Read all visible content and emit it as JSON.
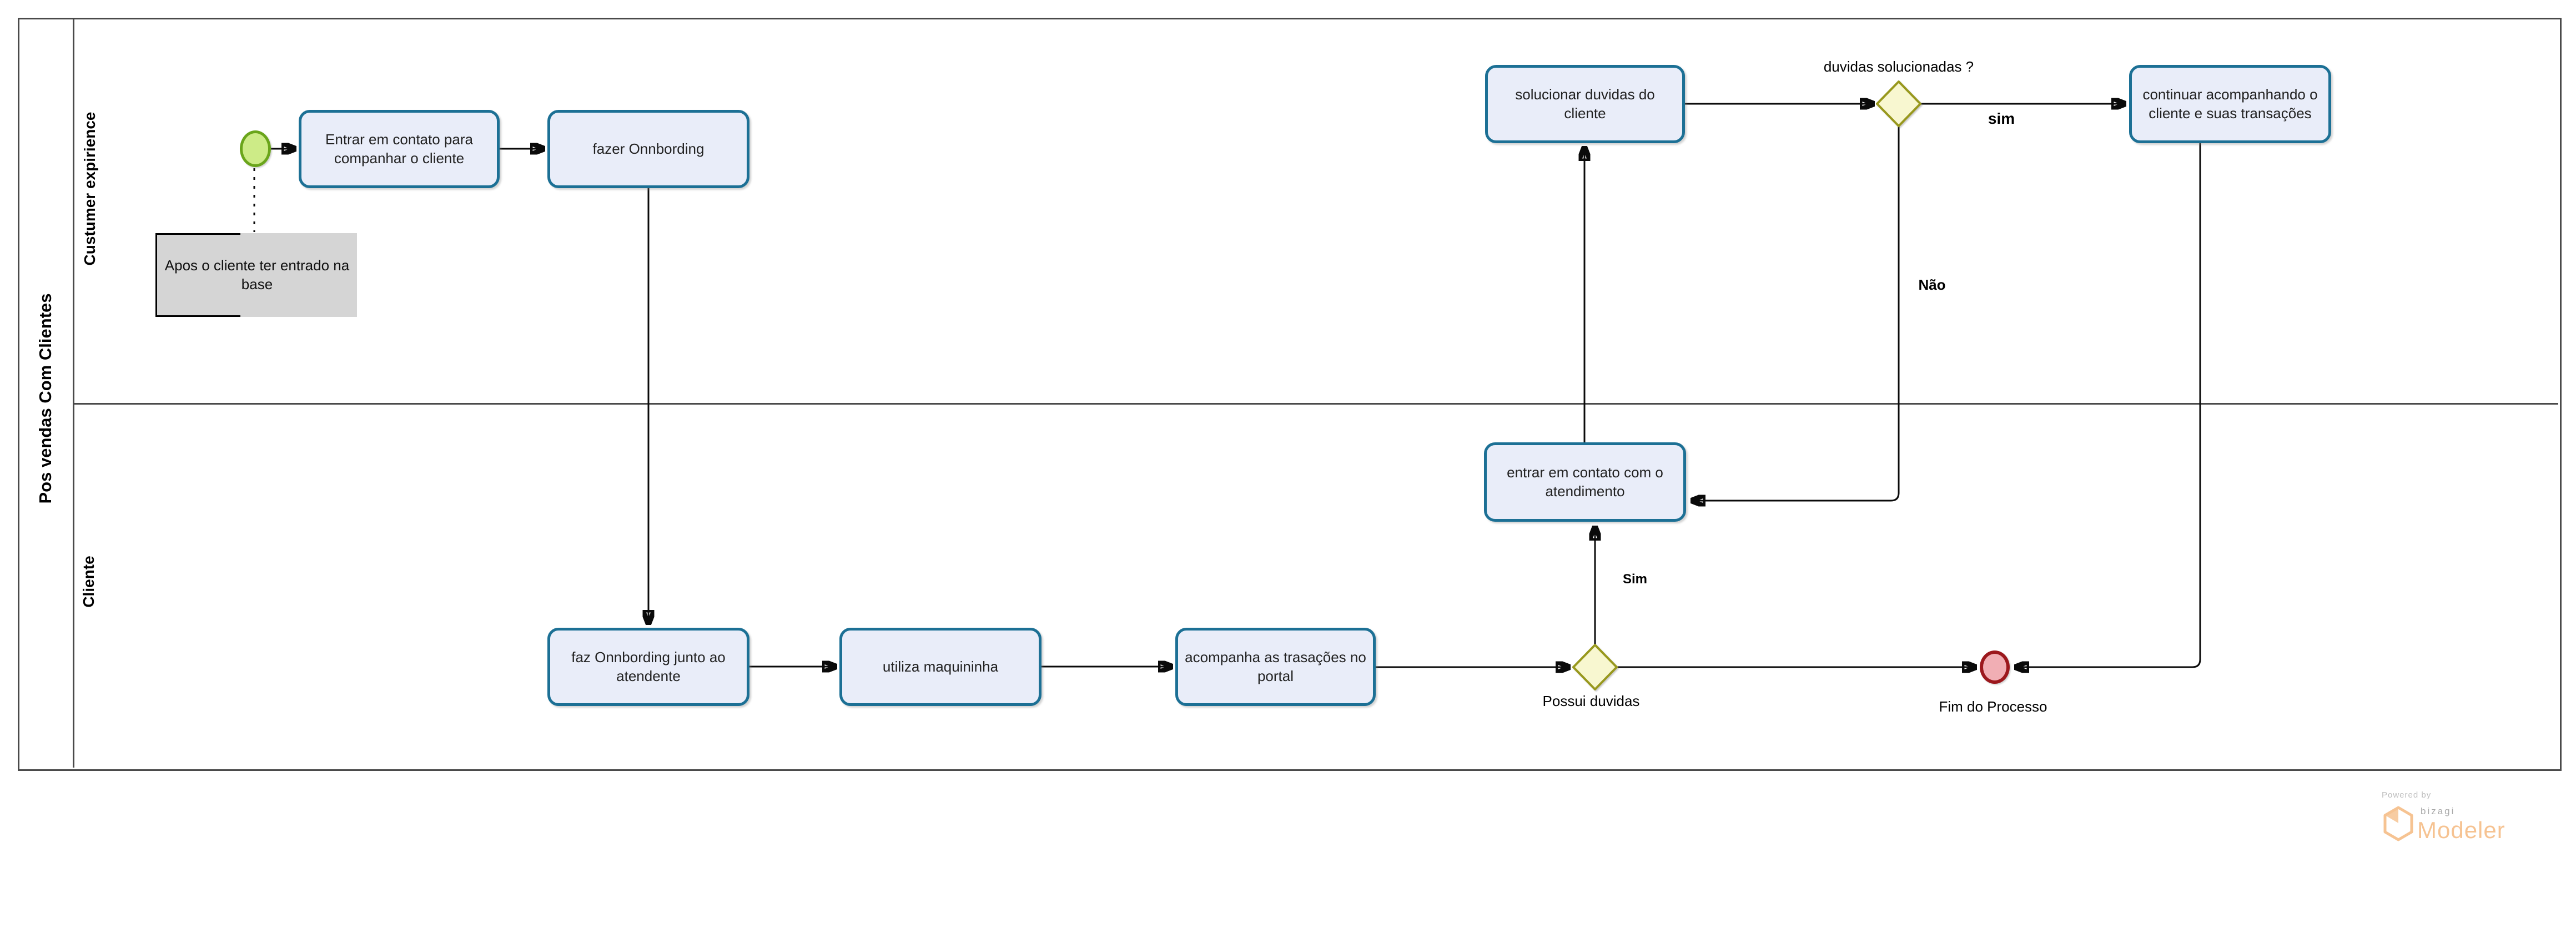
{
  "pool": {
    "title": "Pos vendas Com Clientes"
  },
  "lanes": [
    {
      "label": "Custumer expirience"
    },
    {
      "label": "Cliente"
    }
  ],
  "nodes": {
    "start_event": {
      "type": "start-event"
    },
    "task_entrar_contato": {
      "label": "Entrar em contato para companhar o cliente"
    },
    "task_fazer_onboarding": {
      "label": "fazer Onnbording"
    },
    "task_solucionar_duvidas": {
      "label": "solucionar duvidas do cliente"
    },
    "task_continuar_acompanhando": {
      "label": "continuar acompanhando o cliente e suas transações"
    },
    "task_entrar_atendimento": {
      "label": "entrar em contato com o atendimento"
    },
    "task_faz_onboarding_atendente": {
      "label": "faz Onnbording junto ao atendente"
    },
    "task_utiliza_maquininha": {
      "label": "utiliza maquininha"
    },
    "task_acompanha_transacoes": {
      "label": "acompanha as trasações no portal"
    },
    "gateway_duvidas_solucionadas": {
      "label": "duvidas solucionadas ?"
    },
    "gateway_possui_duvidas": {
      "label": "Possui duvidas"
    },
    "end_event": {
      "label": "Fim do Processo"
    }
  },
  "annotation": {
    "text": "Apos o cliente ter entrado na base"
  },
  "edge_labels": {
    "sim_upper": "sim",
    "nao": "Não",
    "sim_lower": "Sim"
  },
  "logo": {
    "powered_by": "Powered by",
    "brand": "bizagi",
    "product": "Modeler"
  },
  "colors": {
    "task_fill": "#e9edf9",
    "task_border": "#1c7095",
    "start_fill": "#cdeb87",
    "start_border": "#6aa51b",
    "end_fill": "#f1aeb4",
    "end_border": "#9c181d",
    "gateway_fill": "#f8f7d0",
    "gateway_border": "#98981d",
    "pool_border": "#4a4a4a",
    "line": "#0a0a0a",
    "annotation_fill": "#d5d5d5",
    "logo_orange": "#f6c392",
    "logo_gray": "#a9a9a9"
  }
}
